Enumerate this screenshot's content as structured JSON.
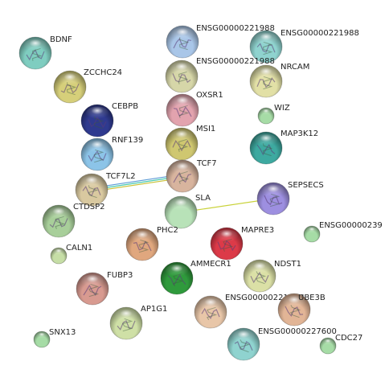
{
  "network": {
    "nodes": [
      {
        "id": "BDNF",
        "label": "BDNF",
        "color": "#7fcdc0",
        "style": "structure"
      },
      {
        "id": "ENSG1",
        "label": "ENSG00000221988",
        "color": "#a9c6e8",
        "style": "structure"
      },
      {
        "id": "ENSG2",
        "label": "ENSG00000221988",
        "color": "#8fd3cf",
        "style": "structure"
      },
      {
        "id": "ENSG3",
        "label": "ENSG00000221988",
        "color": "#d6d6a8",
        "style": "structure"
      },
      {
        "id": "ZCCHC24",
        "label": "ZCCHC24",
        "color": "#d6cf7a",
        "style": "structure"
      },
      {
        "id": "NRCAM",
        "label": "NRCAM",
        "color": "#e2e0a6",
        "style": "structure"
      },
      {
        "id": "OXSR1",
        "label": "OXSR1",
        "color": "#e2a3ae",
        "style": "structure"
      },
      {
        "id": "CEBPB",
        "label": "CEBPB",
        "color": "#2f3a8f",
        "style": "structure"
      },
      {
        "id": "WIZ",
        "label": "WIZ",
        "color": "#a6dca6",
        "style": "plain"
      },
      {
        "id": "MSI1",
        "label": "MSI1",
        "color": "#cfc770",
        "style": "structure"
      },
      {
        "id": "MAP3K12",
        "label": "MAP3K12",
        "color": "#3da9a0",
        "style": "structure"
      },
      {
        "id": "RNF139",
        "label": "RNF139",
        "color": "#8cc4e8",
        "style": "structure"
      },
      {
        "id": "TCF7",
        "label": "TCF7",
        "color": "#d8b49e",
        "style": "structure"
      },
      {
        "id": "TCF7L2",
        "label": "TCF7L2",
        "color": "#d9c9a0",
        "style": "structure"
      },
      {
        "id": "SEPSECS",
        "label": "SEPSECS",
        "color": "#9d8fe0",
        "style": "structure"
      },
      {
        "id": "CTDSP2",
        "label": "CTDSP2",
        "color": "#a8cf9a",
        "style": "structure"
      },
      {
        "id": "SLA",
        "label": "SLA",
        "color": "#b8e2b8",
        "style": "plain"
      },
      {
        "id": "PHC2",
        "label": "PHC2",
        "color": "#e0a77e",
        "style": "structure"
      },
      {
        "id": "MAPRE3",
        "label": "MAPRE3",
        "color": "#dc3a48",
        "style": "structure"
      },
      {
        "id": "ENSG2399",
        "label": "ENSG00000239",
        "color": "#a6dca6",
        "style": "plain"
      },
      {
        "id": "CALN1",
        "label": "CALN1",
        "color": "#c6dea6",
        "style": "plain"
      },
      {
        "id": "AMMECR1",
        "label": "AMMECR1",
        "color": "#2f9a3c",
        "style": "structure"
      },
      {
        "id": "NDST1",
        "label": "NDST1",
        "color": "#dbe0a6",
        "style": "structure"
      },
      {
        "id": "FUBP3",
        "label": "FUBP3",
        "color": "#d89a90",
        "style": "structure"
      },
      {
        "id": "ENSG4",
        "label": "ENSG00000221988",
        "color": "#e8c6a8",
        "style": "structure"
      },
      {
        "id": "UBE3B",
        "label": "UBE3B",
        "color": "#e2b596",
        "style": "structure"
      },
      {
        "id": "AP1G1",
        "label": "AP1G1",
        "color": "#cfe0a6",
        "style": "structure"
      },
      {
        "id": "SNX13",
        "label": "SNX13",
        "color": "#a6dca6",
        "style": "plain"
      },
      {
        "id": "ENSG227600",
        "label": "ENSG00000227600",
        "color": "#8fd3cf",
        "style": "structure"
      },
      {
        "id": "CDC27",
        "label": "CDC27",
        "color": "#a6dca6",
        "style": "plain"
      }
    ],
    "edges": [
      {
        "from": "TCF7L2",
        "to": "TCF7",
        "colors": [
          "#5b9bd5",
          "#48c9b0",
          "#c9c23a"
        ]
      },
      {
        "from": "SLA",
        "to": "SEPSECS",
        "colors": [
          "#c9d23a"
        ]
      }
    ]
  }
}
